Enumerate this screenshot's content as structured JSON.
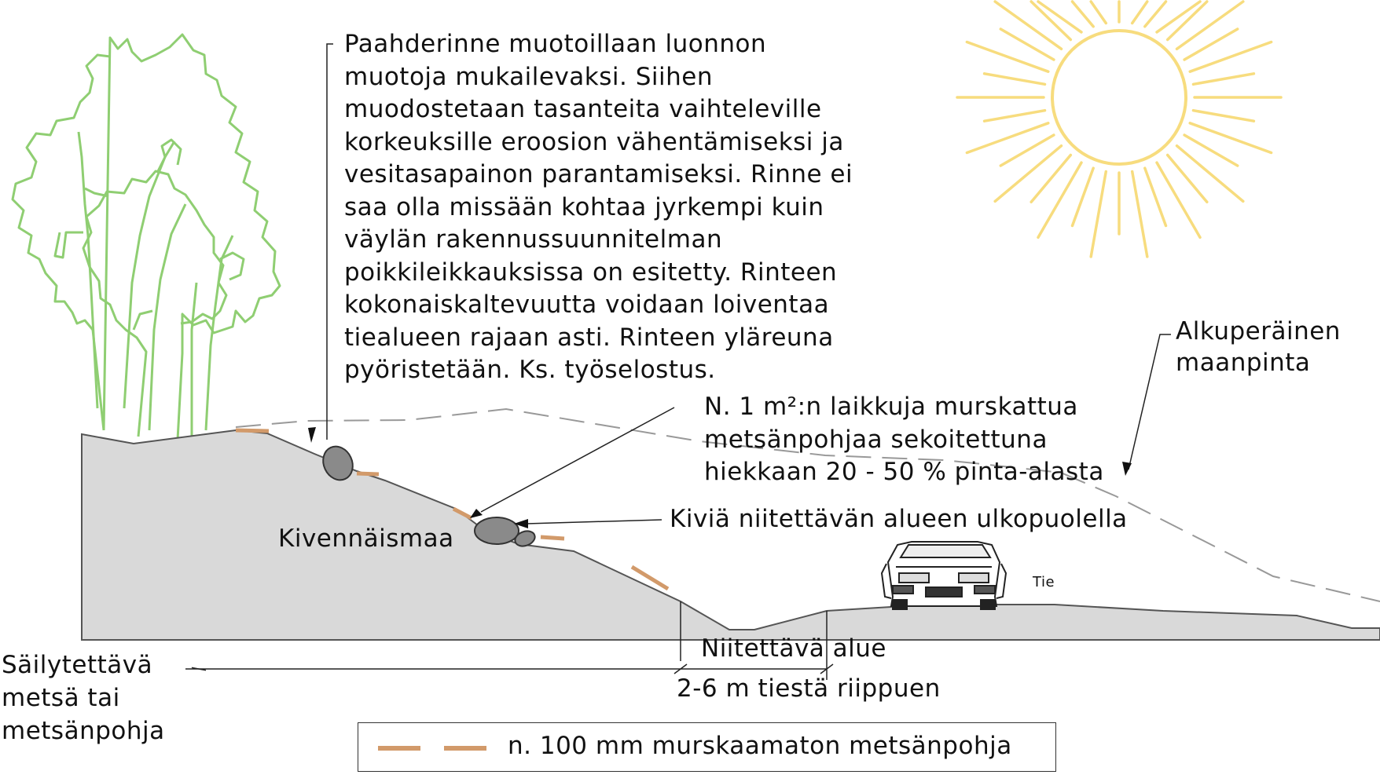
{
  "description": "Paahderinne muotoillaan luonnon\nmuotoja mukailevaksi. Siihen\nmuodostetaan tasanteita vaihteleville\nkorkeuksille eroosion vähentämiseksi ja\nvesitasapainon parantamiseksi. Rinne ei\nsaa olla missään kohtaa jyrkempi kuin\nväylän rakennussuunnitelman\npoikkileikkauksissa on esitetty. Rinteen\nkokonaiskaltevuutta voidaan loiventaa\ntiealueen rajaan asti.  Rinteen yläreuna\npyöristetään. Ks. työselostus.",
  "patches": "N. 1 m²:n laikkuja murskattua\nmetsänpohjaa sekoitettuna\nhiekkaan 20 - 50 % pinta-alasta",
  "original_ground": "Alkuperäinen\nmaanpinta",
  "stones": "Kiviä niitettävän alueen ulkopuolella",
  "mineral_soil": "Kivennäismaa",
  "road": "Tie",
  "mown_area": "Niitettävä alue",
  "mown_width": "2-6 m tiestä riippuen",
  "preserved_forest": "Säilytettävä\nmetsä tai\nmetsänpohja",
  "legend": "n. 100 mm murskaamaton metsänpohja",
  "colors": {
    "ground": "#d9d9d9",
    "ground_edge": "#555555",
    "tree": "#8fce72",
    "sun": "#f7dc7e",
    "forest_floor": "#d29a6a",
    "original_ground_line": "#999999",
    "stone": "#8a8a8a"
  }
}
